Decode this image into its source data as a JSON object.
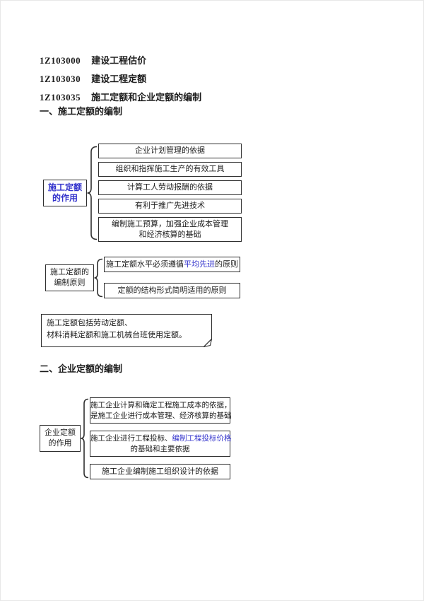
{
  "colors": {
    "accent_blue": "#3333cc",
    "text": "#1c1c1c",
    "box_border": "#2e2e2e"
  },
  "headers": {
    "h1_code": "1Z103000",
    "h1_title": "建设工程估价",
    "h2_code": "1Z103030",
    "h2_title": "建设工程定额",
    "h3_code": "1Z103035",
    "h3_title": "施工定额和企业定额的编制"
  },
  "sections": {
    "s1": "一、施工定额的编制",
    "s2": "二、企业定额的编制"
  },
  "d1": {
    "label1": "施工定额",
    "label2": "的作用",
    "b1": "企业计划管理的依据",
    "b2": "组织和指挥施工生产的有效工具",
    "b3": "计算工人劳动报酬的依据",
    "b4": "有利于推广先进技术",
    "b5l1": "编制施工预算，加强企业成本管理",
    "b5l2": "和经济核算的基础"
  },
  "d2": {
    "label1": "施工定额的",
    "label2": "编制原则",
    "b1pre": "施工定额水平必须遵循",
    "b1hl": "平均先进",
    "b1post": "的原则",
    "b2": "定额的结构形式简明适用的原则"
  },
  "note": {
    "l1": "施工定额包括劳动定额、",
    "l2": "材料消耗定额和施工机械台班使用定额。"
  },
  "d3": {
    "label1": "企业定额",
    "label2": "的作用",
    "b1l1": "施工企业计算和确定工程施工成本的依据，",
    "b1l2": "是施工企业进行成本管理、经济核算的基础",
    "b2pre": "施工企业进行工程投标、",
    "b2hl": "编制工程投标价格",
    "b2l2": "的基础和主要依据",
    "b3": "施工企业编制施工组织设计的依据"
  }
}
